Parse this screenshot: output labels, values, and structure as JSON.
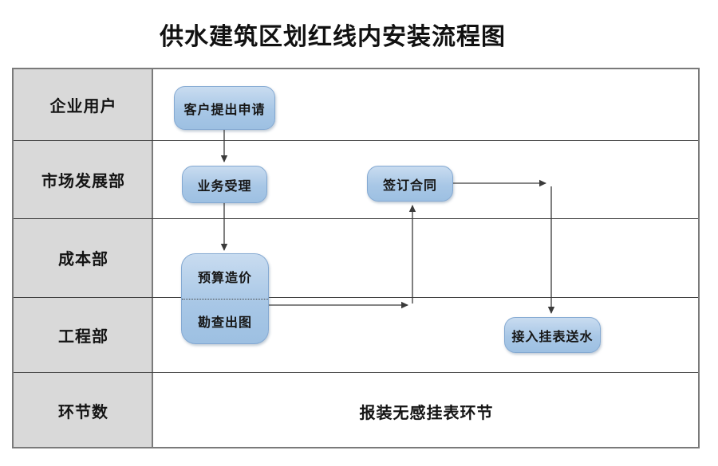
{
  "title": "供水建筑区划红线内安装流程图",
  "lanes": {
    "rows": [
      {
        "label": "企业用户"
      },
      {
        "label": "市场发展部"
      },
      {
        "label": "成本部"
      },
      {
        "label": "工程部"
      },
      {
        "label": "环节数"
      }
    ],
    "footer": "报装无感挂表环节"
  },
  "flow": {
    "nodes": {
      "apply": "客户提出申请",
      "accept": "业务受理",
      "budget": "预算造价",
      "survey": "勘查出图",
      "contract": "签订合同",
      "connect": "接入挂表送水"
    }
  },
  "colors": {
    "node_fill_top": "#c9dcf0",
    "node_fill_bottom": "#9dc0e2",
    "node_border": "#84a9d2",
    "lane_header_bg": "#d9d9d9",
    "grid_line": "#3d3d3d",
    "outer_border": "#7a7a7a",
    "arrow": "#3a3a3a",
    "text": "#141414"
  }
}
